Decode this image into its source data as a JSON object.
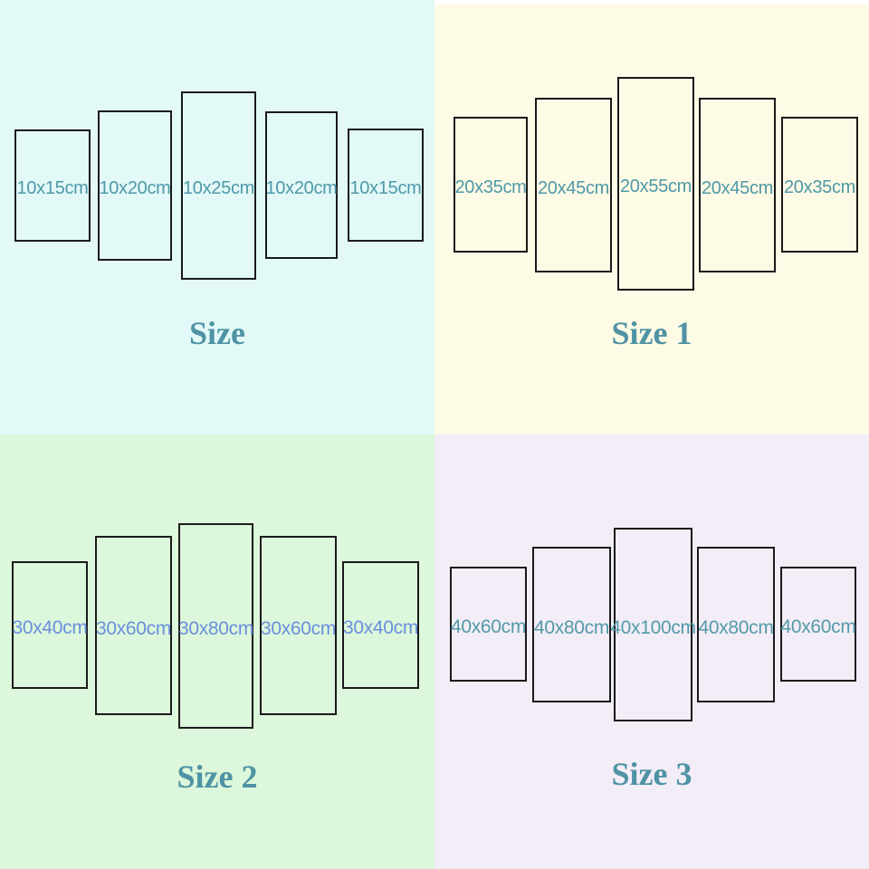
{
  "panel_border_color": "#1a1a1a",
  "sections": [
    {
      "name": "size",
      "title": "Size",
      "bg_color": "#e2f9f8",
      "label_color": "#4f99a8",
      "title_color": "#4f93a4",
      "panels": [
        {
          "label": "10x15cm"
        },
        {
          "label": "10x20cm"
        },
        {
          "label": "10x25cm"
        },
        {
          "label": "10x20cm"
        },
        {
          "label": "10x15cm"
        }
      ]
    },
    {
      "name": "size-1",
      "title": "Size 1",
      "bg_color": "#fdfae5",
      "label_color": "#4f99a8",
      "title_color": "#4f93a4",
      "panels": [
        {
          "label": "20x35cm"
        },
        {
          "label": "20x45cm"
        },
        {
          "label": "20x55cm"
        },
        {
          "label": "20x45cm"
        },
        {
          "label": "20x35cm"
        }
      ]
    },
    {
      "name": "size-2",
      "title": "Size 2",
      "bg_color": "#dcf7db",
      "label_color": "#6b8fdd",
      "title_color": "#4f93a4",
      "panels": [
        {
          "label": "30x40cm"
        },
        {
          "label": "30x60cm"
        },
        {
          "label": "30x80cm"
        },
        {
          "label": "30x60cm"
        },
        {
          "label": "30x40cm"
        }
      ]
    },
    {
      "name": "size-3",
      "title": "Size 3",
      "bg_color": "#f2edf6",
      "label_color": "#549aa8",
      "title_color": "#4f93a4",
      "panels": [
        {
          "label": "40x60cm"
        },
        {
          "label": "40x80cm"
        },
        {
          "label": "40x100cm"
        },
        {
          "label": "40x80cm"
        },
        {
          "label": "40x60cm"
        }
      ]
    }
  ]
}
